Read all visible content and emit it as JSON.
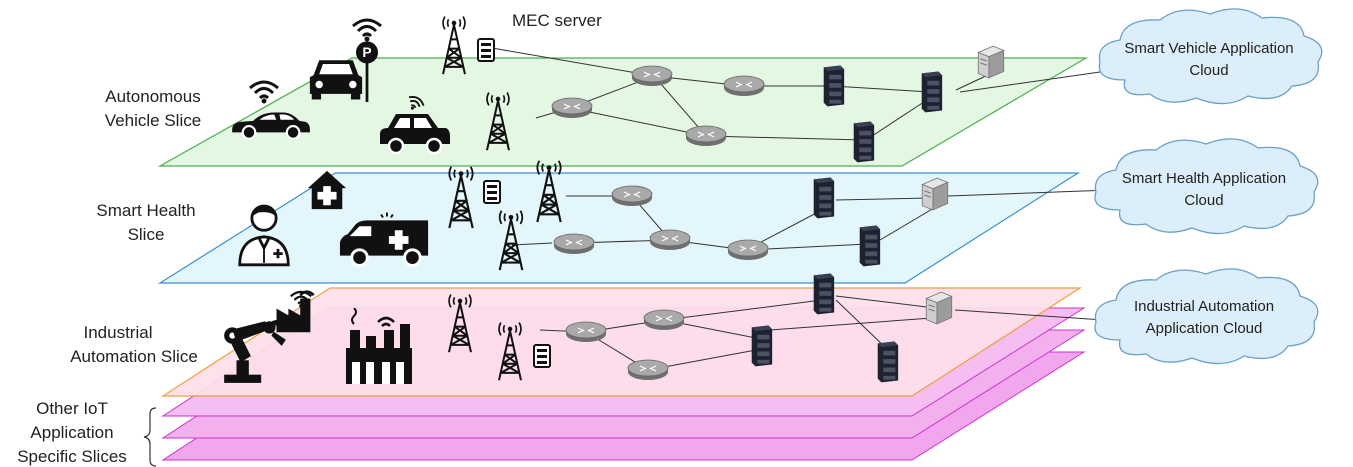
{
  "labels": {
    "mec_server": "MEC server",
    "slices": {
      "vehicle": [
        "Autonomous",
        "Vehicle Slice"
      ],
      "health": [
        "Smart Health",
        "Slice"
      ],
      "industrial": [
        "Industrial",
        "Automation Slice"
      ],
      "other": [
        "Other IoT",
        "Application",
        "Specific Slices"
      ]
    },
    "clouds": {
      "vehicle": [
        "Smart Vehicle Application",
        "Cloud"
      ],
      "health": [
        "Smart Health Application",
        "Cloud"
      ],
      "industrial": [
        "Industrial Automation",
        "Application Cloud"
      ]
    }
  },
  "colors": {
    "vehicle_plane_fill": "#e3f7e3",
    "vehicle_plane_stroke": "#4caf50",
    "health_plane_fill": "#e2f6fb",
    "health_plane_stroke": "#3a8fd0",
    "industrial_plane_fill": "#fde0ea",
    "industrial_plane_stroke": "#f0a040",
    "other_plane_fill": "#f2a6ee",
    "other_plane_stroke": "#cc33cc",
    "cloud_fill": "#dceefa",
    "cloud_stroke": "#6aa0c8",
    "router_fill": "#9a9a9a",
    "server_fill": "#1f2430",
    "icon_fill": "#111111"
  },
  "icons": [
    "cell-tower-icon",
    "router-icon",
    "server-rack-icon",
    "small-server-icon",
    "car-icon",
    "parking-icon",
    "wifi-icon",
    "doctor-icon",
    "hospital-icon",
    "ambulance-icon",
    "factory-icon",
    "robot-arm-icon",
    "cloud-icon"
  ]
}
